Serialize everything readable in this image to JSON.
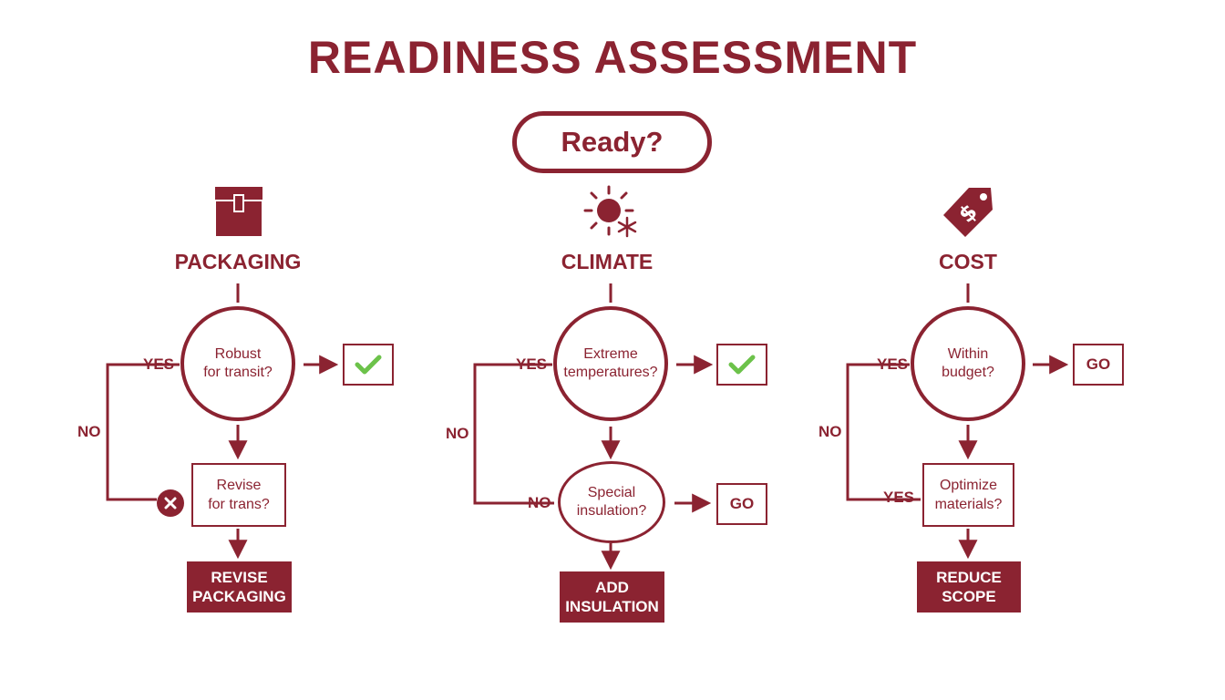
{
  "title": "READINESS ASSESSMENT",
  "start": "Ready?",
  "colors": {
    "primary": "#8b2331",
    "check": "#6cc24a",
    "background": "#ffffff"
  },
  "columns": [
    {
      "heading": "PACKAGING",
      "icon": "package-box-icon",
      "question": "Robust\nfor transit?",
      "yes_label": "YES",
      "no_label": "NO",
      "result_icon": "checkmark-icon",
      "sub_question": "Revise\nfor trans?",
      "sub_icon": "x-circle-icon",
      "action": "REVISE\nPACKAGING"
    },
    {
      "heading": "CLIMATE",
      "icon": "sun-snowflake-icon",
      "question": "Extreme\ntemperatures?",
      "yes_label": "YES",
      "no_label": "NO",
      "result_icon": "checkmark-icon",
      "sub_question": "Special\ninsulation?",
      "sub_no_label": "NO",
      "sub_result": "GO",
      "action": "ADD\nINSULATION"
    },
    {
      "heading": "COST",
      "icon": "price-tag-icon",
      "question": "Within\nbudget?",
      "yes_label": "YES",
      "no_label": "NO",
      "result": "GO",
      "sub_question": "Optimize\nmaterials?",
      "sub_yes_label": "YES",
      "action": "REDUCE\nSCOPE"
    }
  ]
}
